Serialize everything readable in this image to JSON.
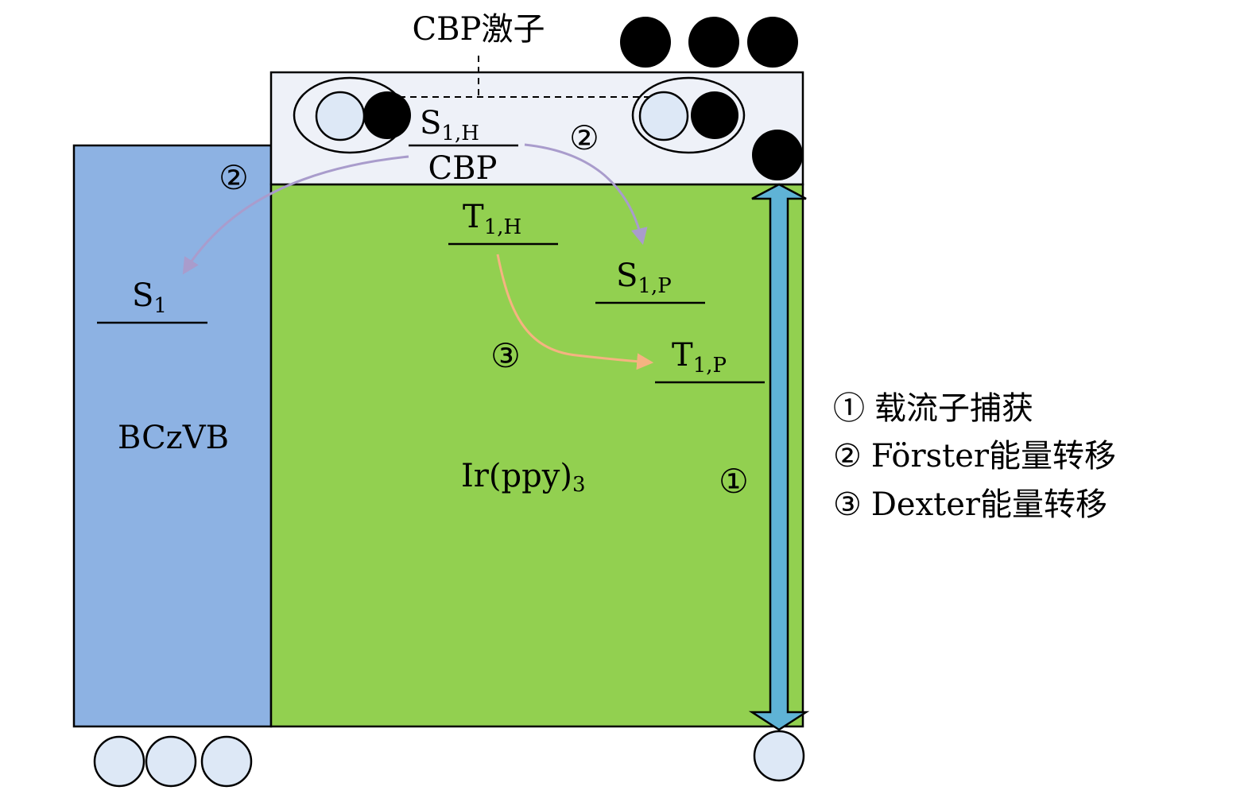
{
  "title": "CBP激子",
  "colors": {
    "bczvb_fill": "#8db2e3",
    "irppy_fill": "#92d050",
    "cbp_fill": "#eef1f8",
    "arrow_double": "#5fb3d6",
    "forster_arrow": "#a99ccc",
    "dexter_arrow": "#f5b381",
    "hole_fill": "#dde8f6",
    "electron_fill": "#000000"
  },
  "labels": {
    "s1h_base": "S",
    "s1h_sub": "1,H",
    "cbp": "CBP",
    "t1h_base": "T",
    "t1h_sub": "1,H",
    "s1p_base": "S",
    "s1p_sub": "1,P",
    "t1p_base": "T",
    "t1p_sub": "1,P",
    "s1_base": "S",
    "s1_sub": "1",
    "bczvb": "BCzVB",
    "irppy_main": "Ir(ppy)",
    "irppy_sub": "3",
    "marker_2_right": "②",
    "marker_2_left": "②",
    "marker_3": "③",
    "marker_1": "①"
  },
  "legend": [
    {
      "marker": "①",
      "text": "载流子捕获"
    },
    {
      "marker": "②",
      "text": "Förster能量转移"
    },
    {
      "marker": "③",
      "text": "Dexter能量转移"
    }
  ]
}
